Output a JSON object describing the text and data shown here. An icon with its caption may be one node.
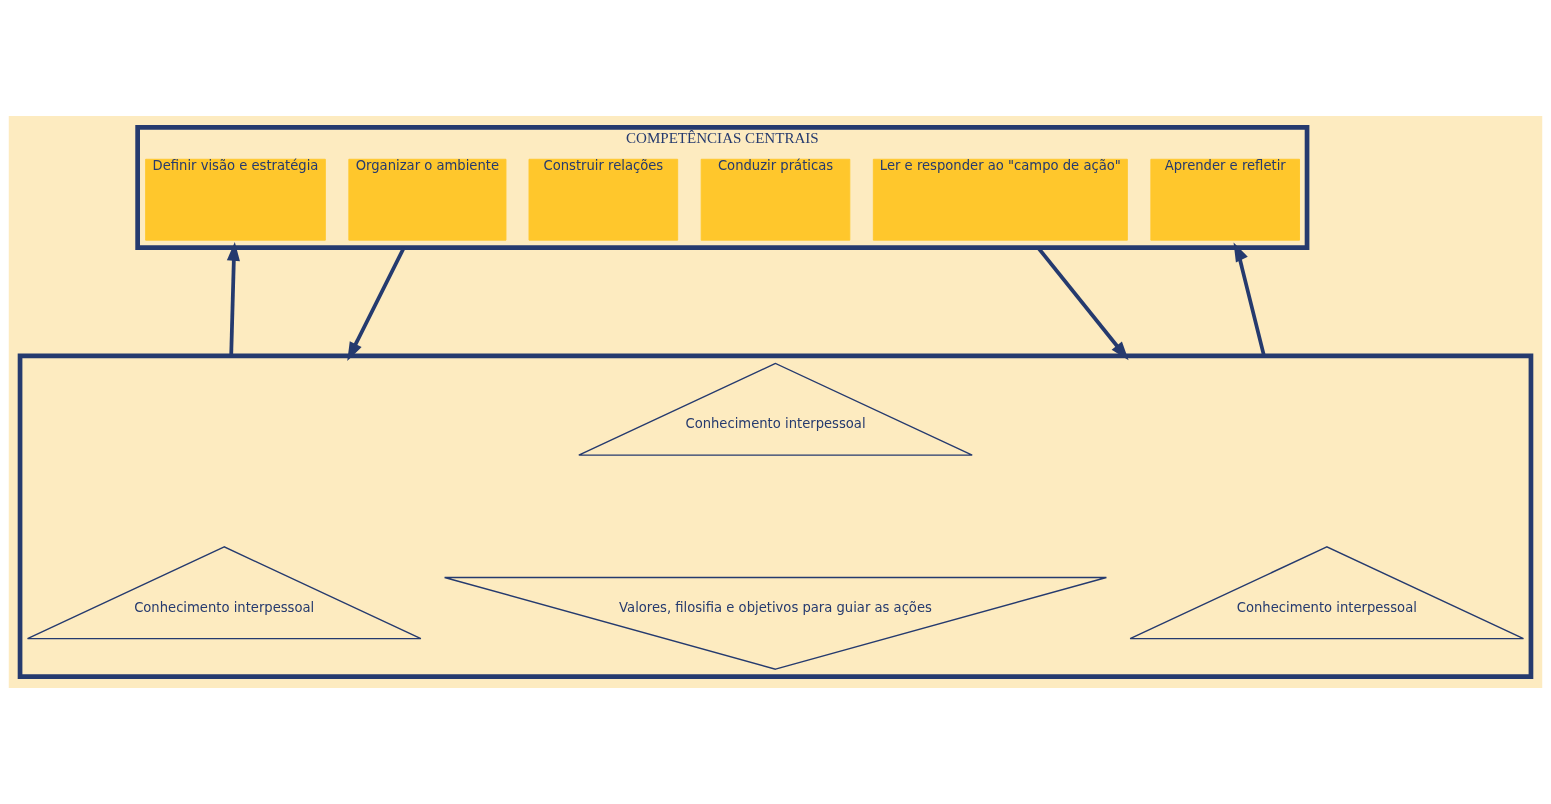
{
  "diagram": {
    "nodes": [
      {
        "text": [
          "COMPETÊNCIAS CENTRAIS"
        ]
      },
      {
        "text": [
          "Definir visão e estratégia"
        ],
        "in": 0
      },
      {
        "text": [
          "Organizar o ambiente"
        ],
        "in": 0
      },
      {
        "text": [
          "Construir relações"
        ],
        "in": 0
      },
      {
        "text": [
          "Conduzir práticas"
        ],
        "in": 0
      },
      {
        "text": [
          "Ler e responder ao \"campo de ação\""
        ],
        "in": 0
      },
      {
        "text": [
          "Aprender e refletir"
        ],
        "in": 0
      },
      {
        "text": [],
        "shape": "triangle"
      },
      {
        "text": [
          "Conhecimento interpessoal"
        ],
        "in": 7
      },
      {
        "text": [
          "Valores, filosifia e objetivos para guiar as ações"
        ],
        "in": 7
      },
      {
        "text": [
          "Conhecimento interpessoal"
        ],
        "in": 7
      },
      {
        "text": [
          "Conhecimento interpessoal"
        ],
        "in": 7
      }
    ],
    "edges": [
      {
        "from": 7,
        "to": 0,
        "arrow": "to"
      },
      {
        "from": 0,
        "to": 7,
        "arrow": "to"
      },
      {
        "from": 0,
        "to": 7,
        "arrow": "to"
      },
      {
        "from": 7,
        "to": 0,
        "arrow": "to"
      }
    ]
  }
}
